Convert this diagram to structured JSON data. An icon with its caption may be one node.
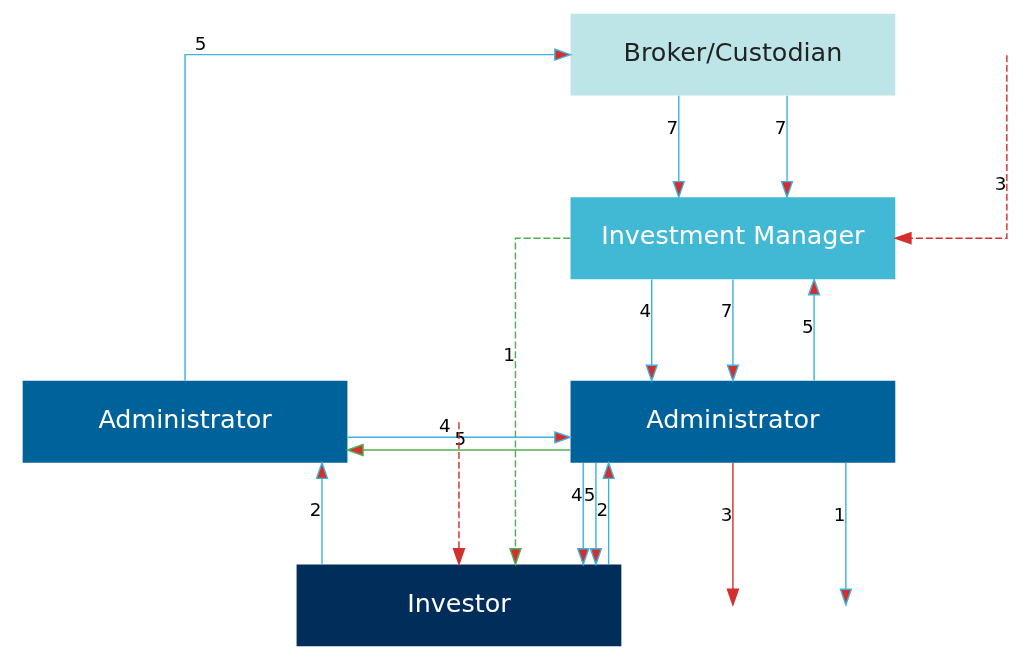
{
  "diagram": {
    "nodes": [
      {
        "text": [
          "Broker/Custodian"
        ]
      },
      {
        "text": [
          "Investment Manager"
        ]
      },
      {
        "text": [
          "Administrator"
        ]
      },
      {
        "text": [
          "Administrator"
        ]
      },
      {
        "text": [
          "Investor"
        ]
      }
    ],
    "edges": [
      {
        "from": 2,
        "to": 0,
        "arrow": "to",
        "label": "5"
      },
      {
        "from": 0,
        "to": 1,
        "arrow": "to",
        "label": "7"
      },
      {
        "from": 0,
        "to": 1,
        "arrow": "to",
        "label": "7"
      },
      {
        "from": 3,
        "to": 1,
        "arrow": "to",
        "label": "5"
      },
      {
        "from": 1,
        "to": 3,
        "arrow": "to",
        "label": "4"
      },
      {
        "from": 1,
        "to": 3,
        "arrow": "to",
        "label": "7"
      },
      {
        "from": 3,
        "to": 2,
        "arrow": "to",
        "label": "5",
        "color": "#4caf50"
      },
      {
        "from": 2,
        "to": 3,
        "arrow": "to",
        "label": "4"
      },
      {
        "from": 4,
        "to": 3,
        "arrow": "to",
        "label": "2"
      },
      {
        "from": 3,
        "to": 4,
        "arrow": "to",
        "label": "4"
      },
      {
        "from": 3,
        "to": 4,
        "arrow": "to",
        "label": "5"
      },
      {
        "from": 4,
        "to": 2,
        "arrow": "to",
        "label": "2"
      },
      {
        "from": 3,
        "to": null,
        "arrow": "to",
        "label": "1"
      },
      {
        "from": 3,
        "to": null,
        "arrow": "to",
        "label": "3",
        "color": "#d32f2f"
      },
      {
        "from": 1,
        "to": 4,
        "arrow": "to",
        "label": "1",
        "style": "dashed",
        "color": "#4caf50"
      },
      {
        "from": null,
        "to": 1,
        "arrow": "to",
        "label": "3",
        "style": "dashed",
        "color": "#d32f2f"
      },
      {
        "from": null,
        "to": 4,
        "arrow": "to",
        "style": "dashed",
        "color": "#d32f2f"
      }
    ]
  }
}
